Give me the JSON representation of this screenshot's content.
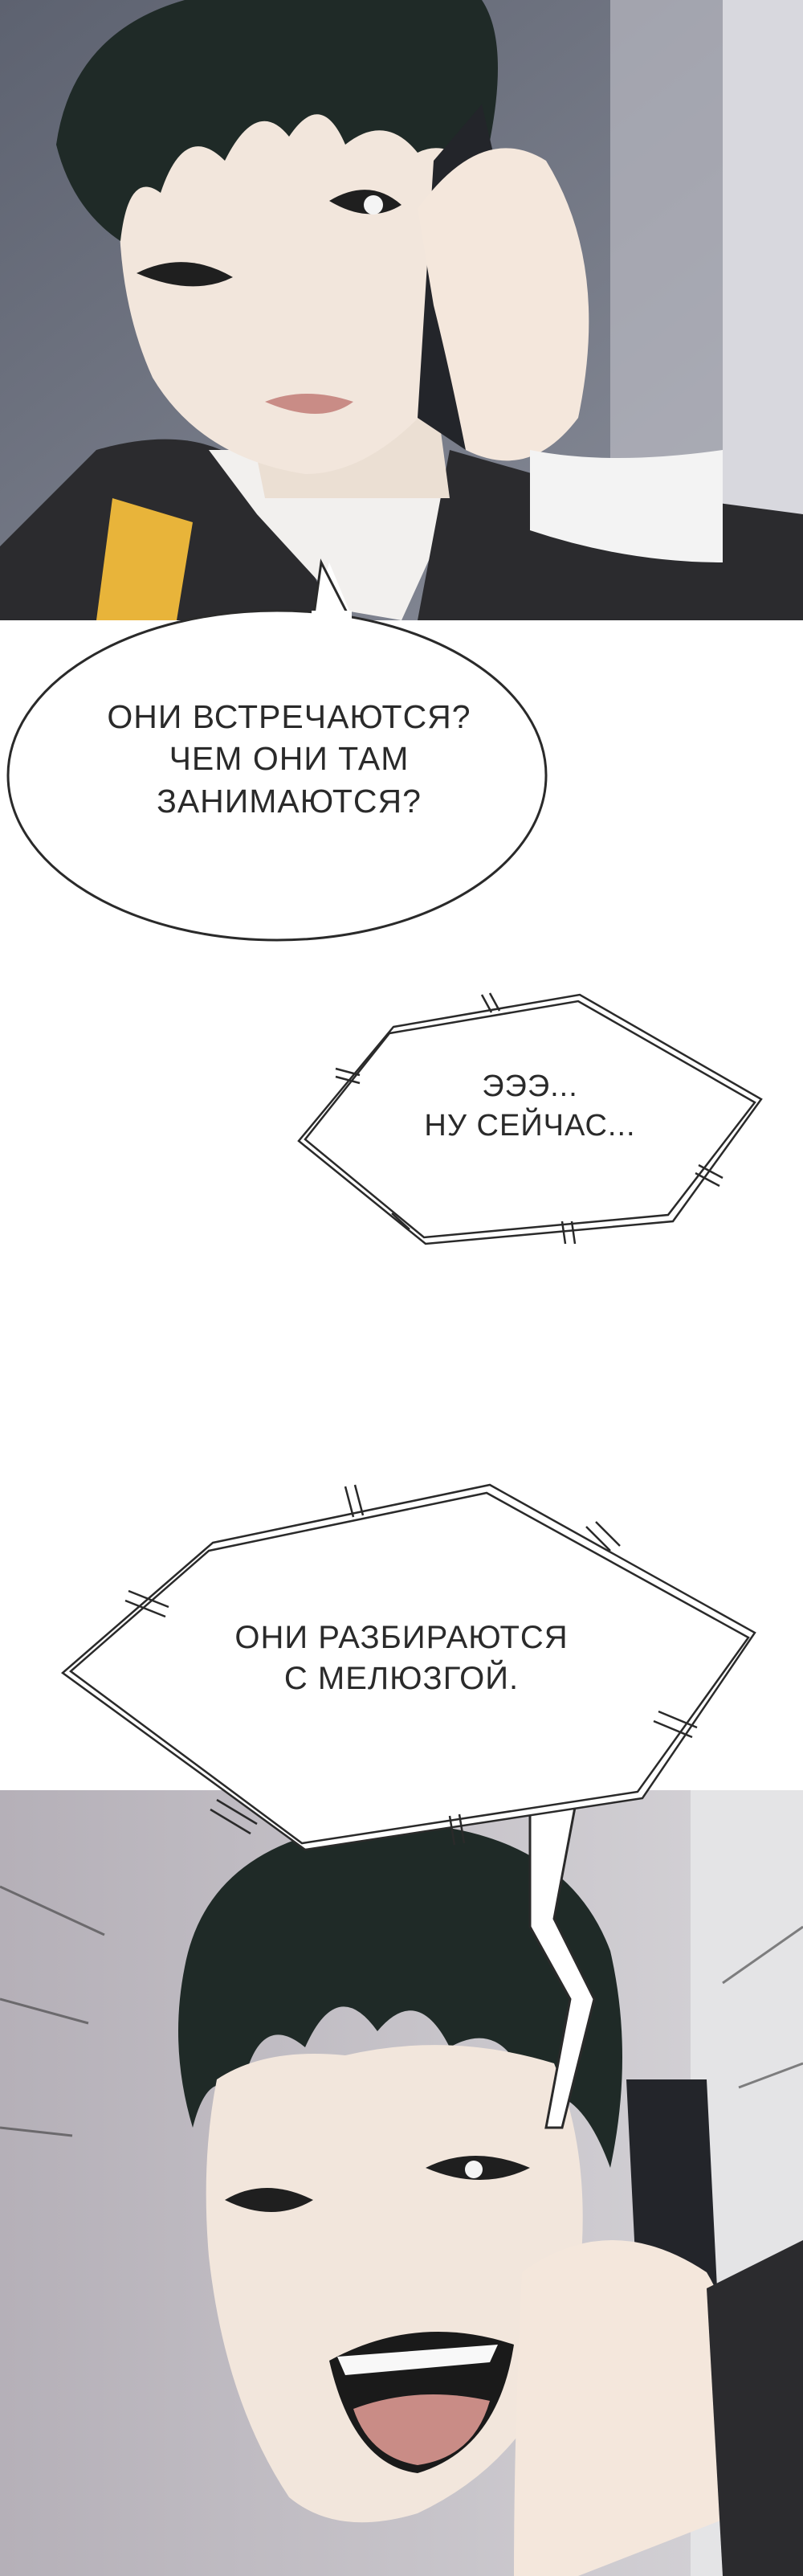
{
  "bubbles": {
    "b1": {
      "text": "ОНИ ВСТРЕЧАЮТСЯ?\nЧЕМ ОНИ ТАМ\nЗАНИМАЮТСЯ?"
    },
    "b2": {
      "text": "ЭЭЭ...\nНУ СЕЙЧАС..."
    },
    "b3": {
      "text": "ОНИ РАЗБИРАЮТСЯ\nС МЕЛЮЗГОЙ."
    }
  },
  "colors": {
    "hair": "#1f2a27",
    "skin": "#f2e6dc",
    "suit": "#2b2b2e",
    "accent_yellow": "#e8b43a",
    "background_top": "#6d7280",
    "background_bottom": "#c9c6cc",
    "ink": "#2a2a2a"
  }
}
